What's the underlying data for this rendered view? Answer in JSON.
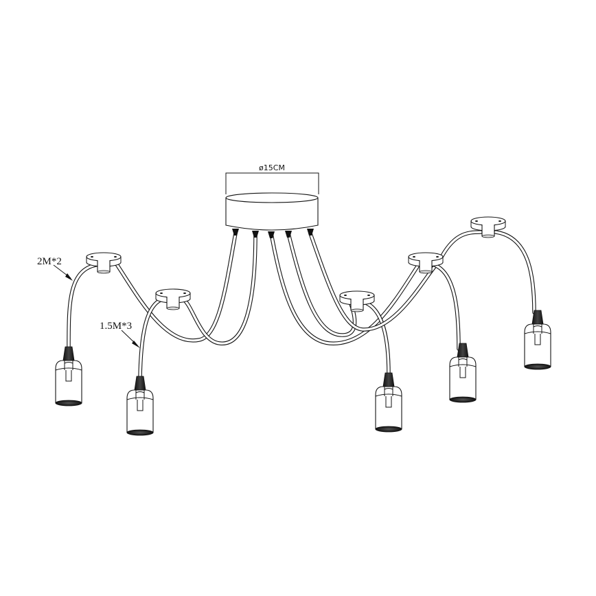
{
  "diagram": {
    "type": "product-line-drawing",
    "subject": "pendant-chandelier",
    "canopy": {
      "dimension_label": "ø15CM"
    },
    "annotations": [
      {
        "id": "long-cable",
        "label": "2M*2"
      },
      {
        "id": "short-cable",
        "label": "1.5M*3"
      }
    ],
    "colors": {
      "line": "#111111",
      "background": "#ffffff"
    },
    "counts": {
      "lamp_holders": 5,
      "cable_hooks": 5,
      "canopy_outlets": 5
    }
  }
}
